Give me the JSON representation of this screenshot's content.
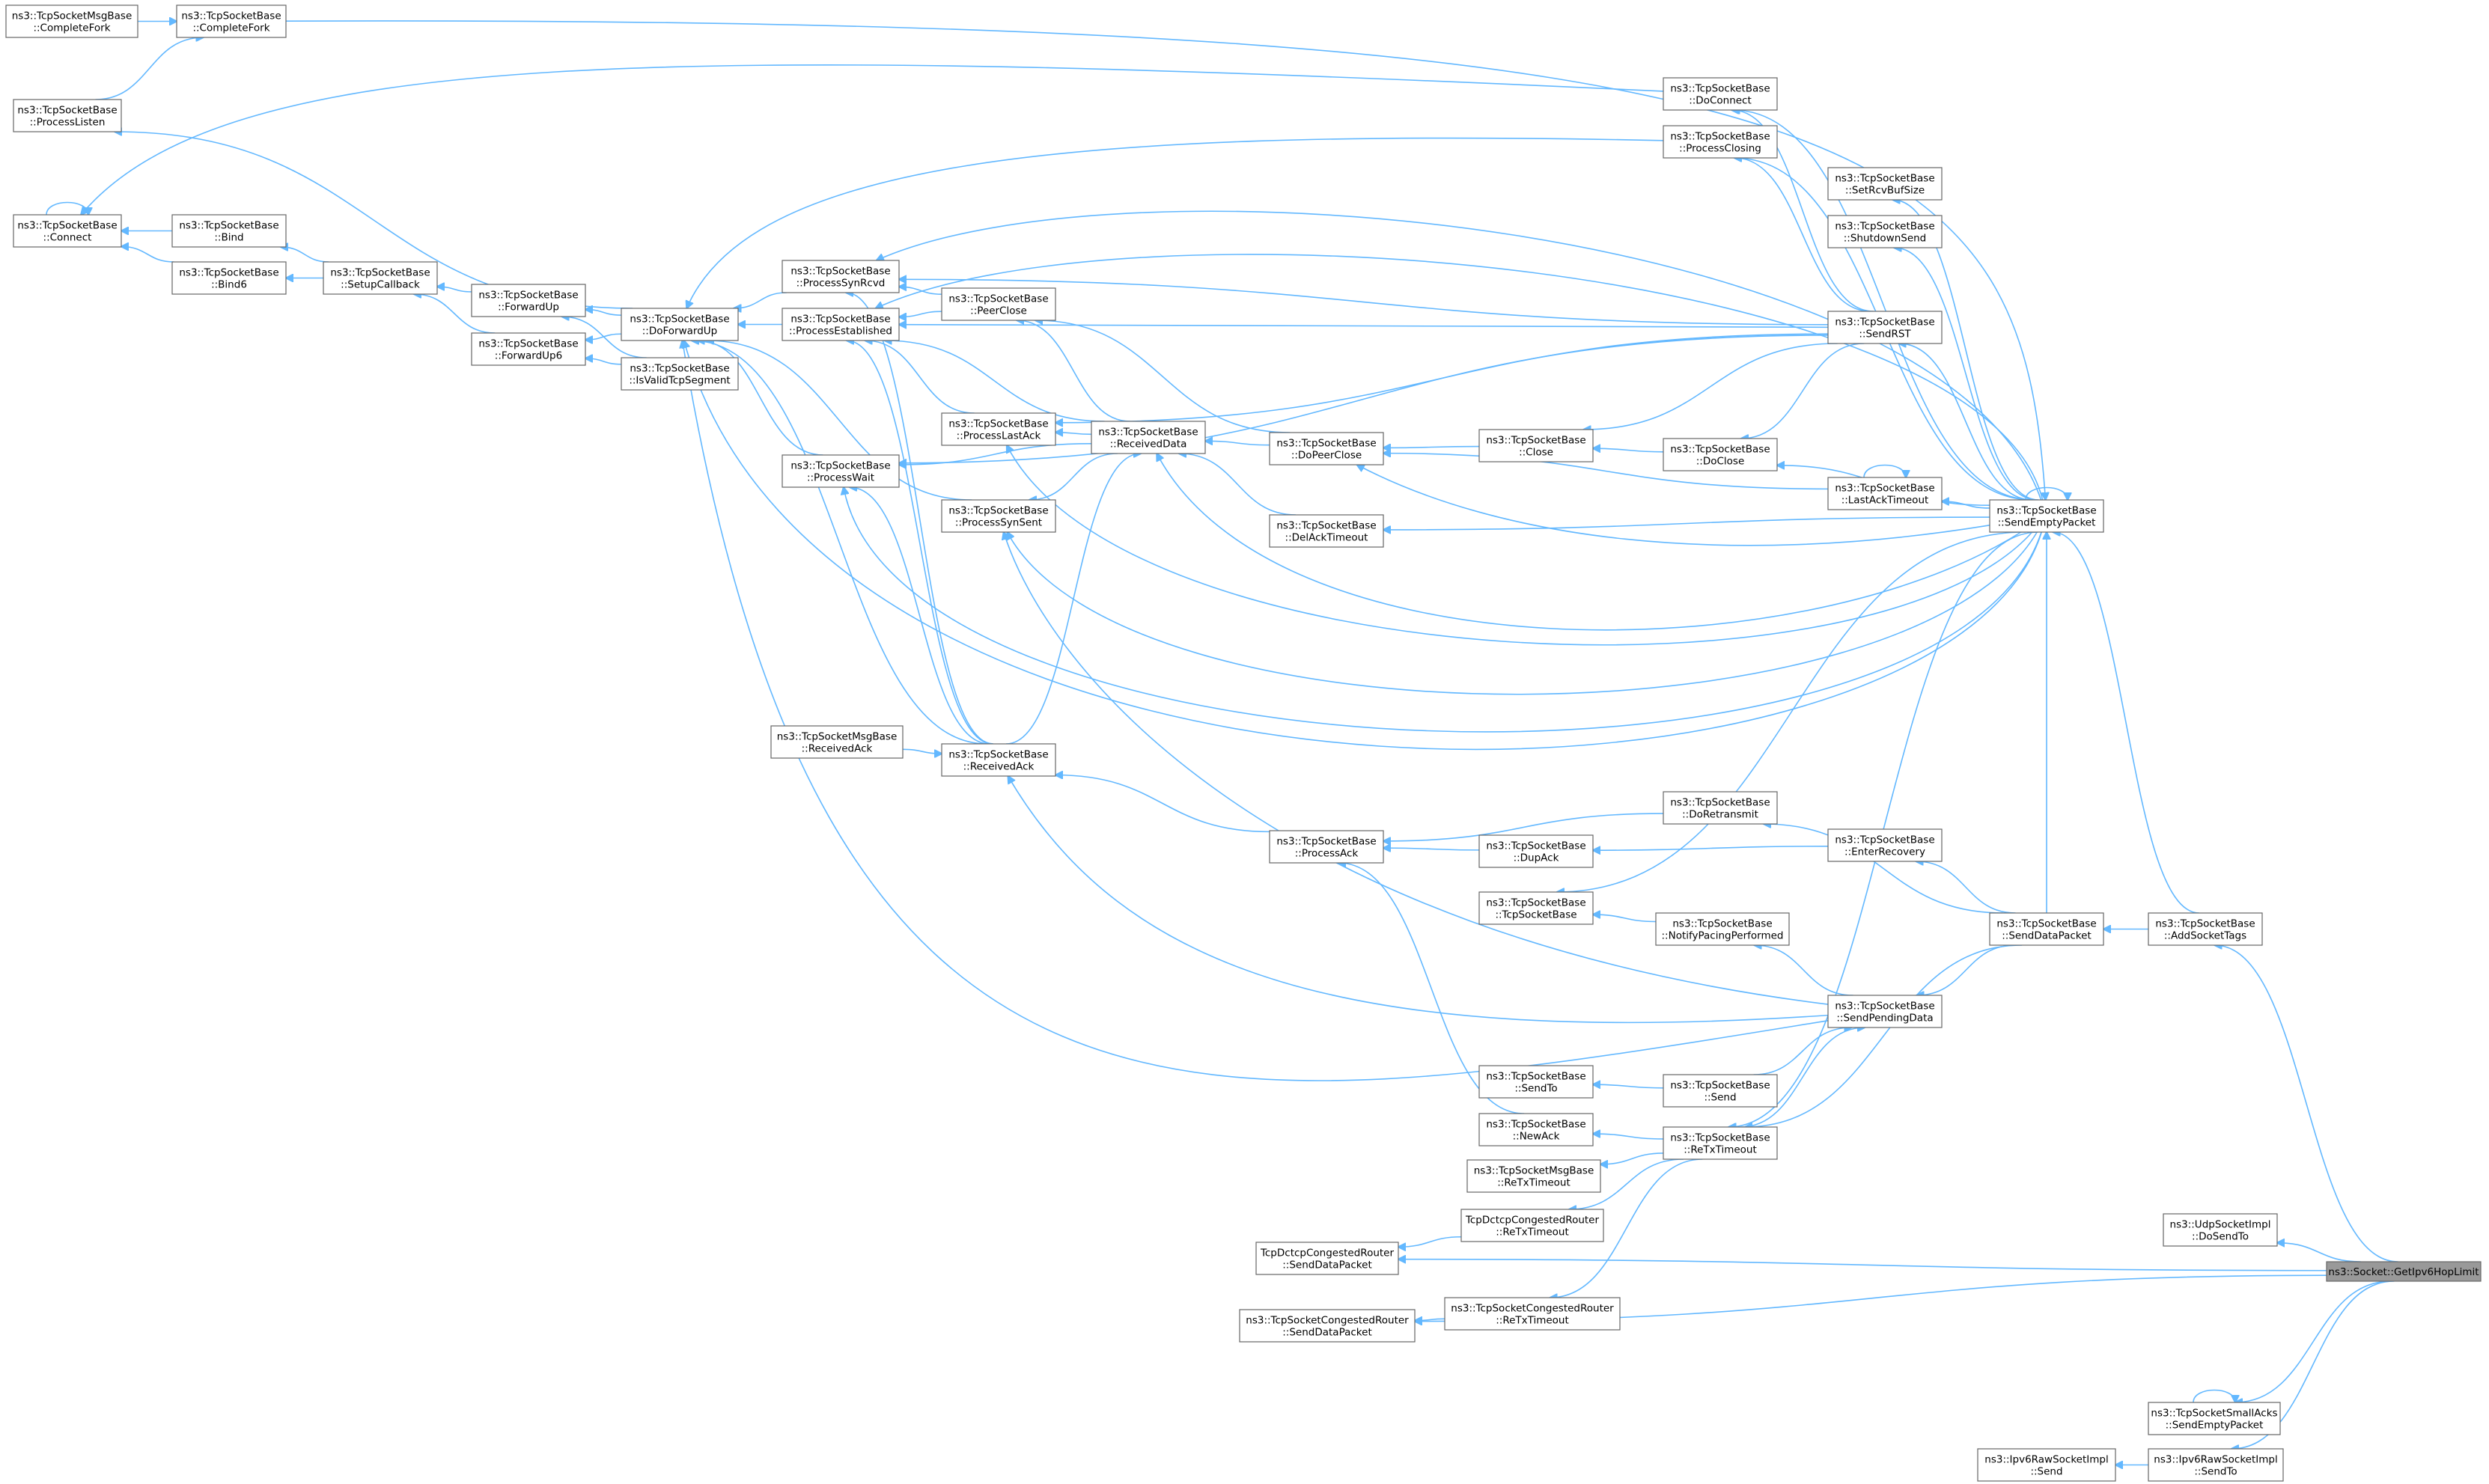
{
  "diagram": {
    "type": "call-graph",
    "nodes": [
      {
        "id": "n1",
        "lines": [
          "ns3::TcpSocketMsgBase",
          "::CompleteFork"
        ]
      },
      {
        "id": "n2",
        "lines": [
          "ns3::TcpSocketBase",
          "::CompleteFork"
        ]
      },
      {
        "id": "n3",
        "lines": [
          "ns3::TcpSocketBase",
          "::ProcessListen"
        ]
      },
      {
        "id": "n4",
        "lines": [
          "ns3::TcpSocketBase",
          "::Connect"
        ]
      },
      {
        "id": "n5",
        "lines": [
          "ns3::TcpSocketBase",
          "::Bind"
        ]
      },
      {
        "id": "n6",
        "lines": [
          "ns3::TcpSocketBase",
          "::Bind6"
        ]
      },
      {
        "id": "n7",
        "lines": [
          "ns3::TcpSocketBase",
          "::SetupCallback"
        ]
      },
      {
        "id": "n8",
        "lines": [
          "ns3::TcpSocketBase",
          "::ForwardUp"
        ]
      },
      {
        "id": "n9",
        "lines": [
          "ns3::TcpSocketBase",
          "::ForwardUp6"
        ]
      },
      {
        "id": "n10",
        "lines": [
          "ns3::TcpSocketBase",
          "::DoForwardUp"
        ]
      },
      {
        "id": "n11",
        "lines": [
          "ns3::TcpSocketBase",
          "::IsValidTcpSegment"
        ]
      },
      {
        "id": "n12",
        "lines": [
          "ns3::TcpSocketBase",
          "::ProcessSynRcvd"
        ]
      },
      {
        "id": "n13",
        "lines": [
          "ns3::TcpSocketBase",
          "::ProcessEstablished"
        ]
      },
      {
        "id": "n14",
        "lines": [
          "ns3::TcpSocketBase",
          "::ProcessWait"
        ]
      },
      {
        "id": "n15",
        "lines": [
          "ns3::TcpSocketBase",
          "::PeerClose"
        ]
      },
      {
        "id": "n16",
        "lines": [
          "ns3::TcpSocketBase",
          "::ProcessLastAck"
        ]
      },
      {
        "id": "n17",
        "lines": [
          "ns3::TcpSocketBase",
          "::ProcessSynSent"
        ]
      },
      {
        "id": "n18",
        "lines": [
          "ns3::TcpSocketBase",
          "::ReceivedData"
        ]
      },
      {
        "id": "n19",
        "lines": [
          "ns3::TcpSocketBase",
          "::DoPeerClose"
        ]
      },
      {
        "id": "n20",
        "lines": [
          "ns3::TcpSocketBase",
          "::DelAckTimeout"
        ]
      },
      {
        "id": "n21",
        "lines": [
          "ns3::TcpSocketMsgBase",
          "::ReceivedAck"
        ]
      },
      {
        "id": "n22",
        "lines": [
          "ns3::TcpSocketBase",
          "::ReceivedAck"
        ]
      },
      {
        "id": "n23",
        "lines": [
          "ns3::TcpSocketBase",
          "::ProcessAck"
        ]
      },
      {
        "id": "n24",
        "lines": [
          "ns3::TcpSocketBase",
          "::Close"
        ]
      },
      {
        "id": "n25",
        "lines": [
          "ns3::TcpSocketBase",
          "::DupAck"
        ]
      },
      {
        "id": "n26",
        "lines": [
          "ns3::TcpSocketBase",
          "::TcpSocketBase"
        ]
      },
      {
        "id": "n27",
        "lines": [
          "ns3::TcpSocketBase",
          "::SendTo"
        ]
      },
      {
        "id": "n28",
        "lines": [
          "ns3::TcpSocketBase",
          "::NewAck"
        ]
      },
      {
        "id": "n29",
        "lines": [
          "ns3::TcpSocketMsgBase",
          "::ReTxTimeout"
        ]
      },
      {
        "id": "n30",
        "lines": [
          "TcpDctcpCongestedRouter",
          "::ReTxTimeout"
        ]
      },
      {
        "id": "n31",
        "lines": [
          "TcpDctcpCongestedRouter",
          "::SendDataPacket"
        ]
      },
      {
        "id": "n32",
        "lines": [
          "ns3::TcpSocketCongestedRouter",
          "::ReTxTimeout"
        ]
      },
      {
        "id": "n33",
        "lines": [
          "ns3::TcpSocketCongestedRouter",
          "::SendDataPacket"
        ]
      },
      {
        "id": "n34",
        "lines": [
          "ns3::TcpSocketBase",
          "::DoConnect"
        ]
      },
      {
        "id": "n35",
        "lines": [
          "ns3::TcpSocketBase",
          "::ProcessClosing"
        ]
      },
      {
        "id": "n36",
        "lines": [
          "ns3::TcpSocketBase",
          "::SetRcvBufSize"
        ]
      },
      {
        "id": "n37",
        "lines": [
          "ns3::TcpSocketBase",
          "::ShutdownSend"
        ]
      },
      {
        "id": "n38",
        "lines": [
          "ns3::TcpSocketBase",
          "::SendRST"
        ]
      },
      {
        "id": "n39",
        "lines": [
          "ns3::TcpSocketBase",
          "::DoClose"
        ]
      },
      {
        "id": "n40",
        "lines": [
          "ns3::TcpSocketBase",
          "::LastAckTimeout"
        ]
      },
      {
        "id": "n41",
        "lines": [
          "ns3::TcpSocketBase",
          "::DoRetransmit"
        ]
      },
      {
        "id": "n42",
        "lines": [
          "ns3::TcpSocketBase",
          "::EnterRecovery"
        ]
      },
      {
        "id": "n43",
        "lines": [
          "ns3::TcpSocketBase",
          "::NotifyPacingPerformed"
        ]
      },
      {
        "id": "n44",
        "lines": [
          "ns3::TcpSocketBase",
          "::SendPendingData"
        ]
      },
      {
        "id": "n45",
        "lines": [
          "ns3::TcpSocketBase",
          "::Send"
        ]
      },
      {
        "id": "n46",
        "lines": [
          "ns3::TcpSocketBase",
          "::ReTxTimeout"
        ]
      },
      {
        "id": "n47",
        "lines": [
          "ns3::TcpSocketBase",
          "::SendEmptyPacket"
        ]
      },
      {
        "id": "n48",
        "lines": [
          "ns3::TcpSocketBase",
          "::SendDataPacket"
        ]
      },
      {
        "id": "n49",
        "lines": [
          "ns3::TcpSocketBase",
          "::AddSocketTags"
        ]
      },
      {
        "id": "n50",
        "lines": [
          "ns3::UdpSocketImpl",
          "::DoSendTo"
        ]
      },
      {
        "id": "n51",
        "lines": [
          "ns3::Socket::GetIpv6HopLimit"
        ],
        "highlight": true
      },
      {
        "id": "n52",
        "lines": [
          "ns3::TcpSocketSmallAcks",
          "::SendEmptyPacket"
        ]
      },
      {
        "id": "n53",
        "lines": [
          "ns3::Ipv6RawSocketImpl",
          "::Send"
        ]
      },
      {
        "id": "n54",
        "lines": [
          "ns3::Ipv6RawSocketImpl",
          "::SendTo"
        ]
      }
    ]
  }
}
